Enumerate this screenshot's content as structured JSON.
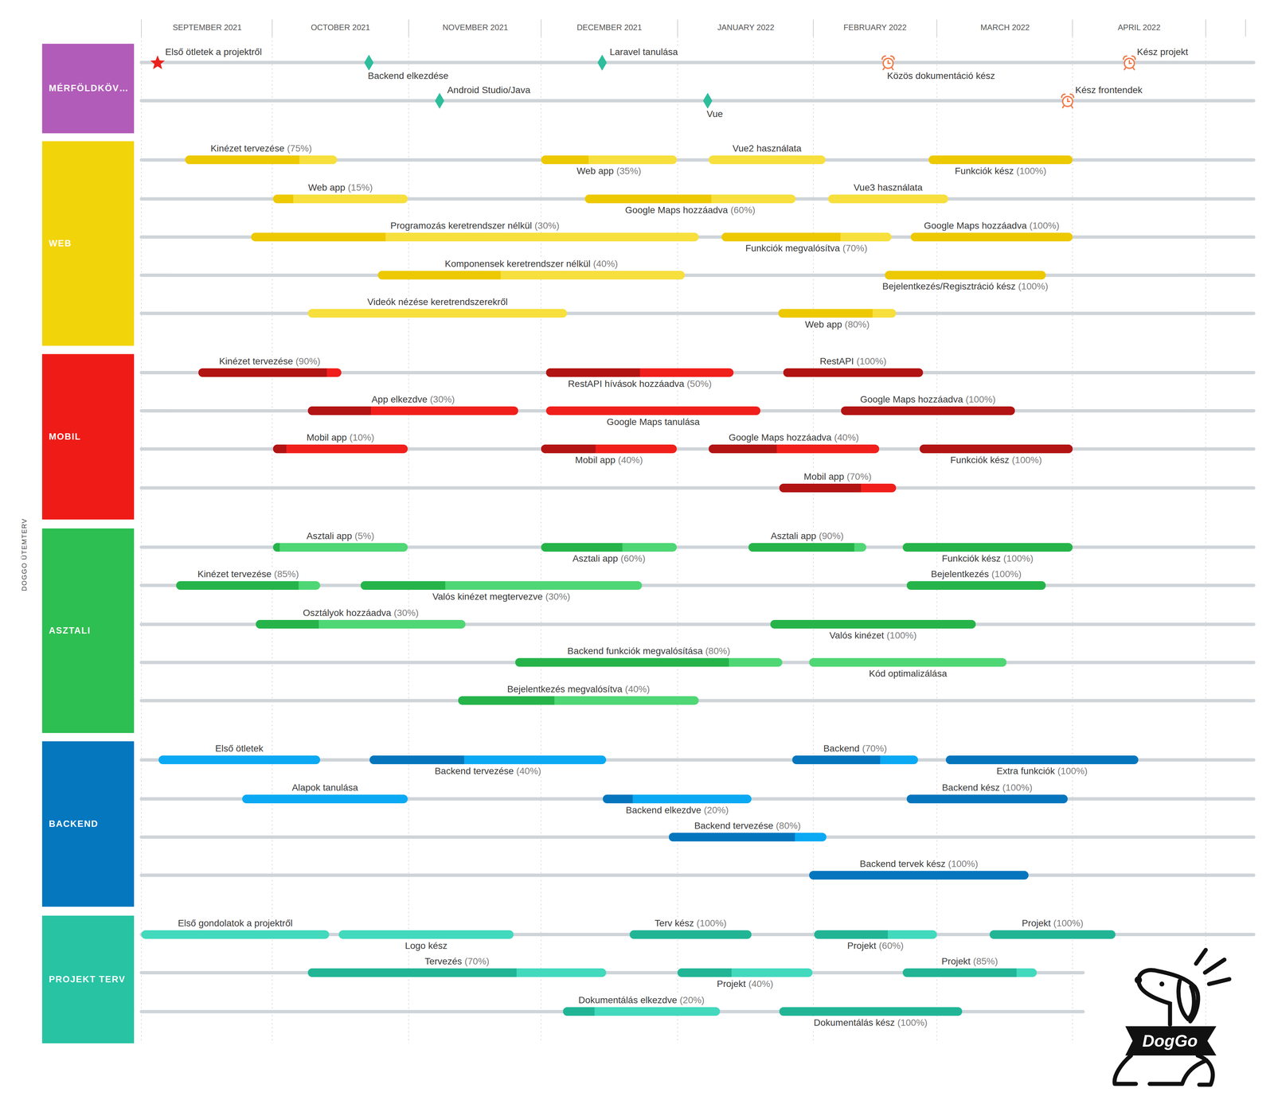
{
  "diagram": {
    "title": "DOGGO ÜTEMTERV",
    "nodes": [
      {
        "text": [
          "MÉRFÖLDKÖV…"
        ]
      },
      {
        "text": [
          "Első ötletek a projektről"
        ]
      },
      {
        "text": [
          "Backend elkezdése"
        ]
      },
      {
        "text": [
          "Laravel tanulása"
        ]
      },
      {
        "text": [
          "Közös dokumentáció kész"
        ]
      },
      {
        "text": [
          "Kész projekt"
        ]
      },
      {
        "text": [
          "Android Studio/Java"
        ]
      },
      {
        "text": [
          "Vue"
        ]
      },
      {
        "text": [
          "Kész frontendek"
        ]
      },
      {
        "text": [
          "WEB"
        ]
      },
      {
        "text": [
          "Kinézet tervezése",
          "(75%)"
        ]
      },
      {
        "text": [
          "Web app",
          "(35%)"
        ]
      },
      {
        "text": [
          "Vue2 használata"
        ]
      },
      {
        "text": [
          "Funkciók kész",
          "(100%)"
        ]
      },
      {
        "text": [
          "Web app",
          "(15%)"
        ]
      },
      {
        "text": [
          "Google Maps hozzáadva",
          "(60%)"
        ]
      },
      {
        "text": [
          "Vue3 használata"
        ]
      },
      {
        "text": [
          "Programozás keretrendszer nélkül",
          "(30%)"
        ]
      },
      {
        "text": [
          "Funkciók megvalósítva",
          "(70%)"
        ]
      },
      {
        "text": [
          "Google Maps hozzáadva",
          "(100%)"
        ]
      },
      {
        "text": [
          "Komponensek keretrendszer nélkül",
          "(40%)"
        ]
      },
      {
        "text": [
          "Bejelentkezés/Regisztráció kész",
          "(100%)"
        ]
      },
      {
        "text": [
          "Videók nézése keretrendszerekről"
        ]
      },
      {
        "text": [
          "Web app",
          "(80%)"
        ]
      },
      {
        "text": [
          "MOBIL"
        ]
      },
      {
        "text": [
          "Kinézet tervezése",
          "(90%)"
        ]
      },
      {
        "text": [
          "RestAPI hívások hozzáadva",
          "(50%)"
        ]
      },
      {
        "text": [
          "RestAPI",
          "(100%)"
        ]
      },
      {
        "text": [
          "App elkezdve",
          "(30%)"
        ]
      },
      {
        "text": [
          "Google Maps tanulása"
        ]
      },
      {
        "text": [
          "Google Maps hozzáadva",
          "(100%)"
        ]
      },
      {
        "text": [
          "Mobil app",
          "(10%)"
        ]
      },
      {
        "text": [
          "Mobil app",
          "(40%)"
        ]
      },
      {
        "text": [
          "Google Maps hozzáadva",
          "(40%)"
        ]
      },
      {
        "text": [
          "Funkciók kész",
          "(100%)"
        ]
      },
      {
        "text": [
          "Mobil app",
          "(70%)"
        ]
      },
      {
        "text": [
          "ASZTALI"
        ]
      },
      {
        "text": [
          "Asztali app",
          "(5%)"
        ]
      },
      {
        "text": [
          "Asztali app",
          "(60%)"
        ]
      },
      {
        "text": [
          "Asztali app",
          "(90%)"
        ]
      },
      {
        "text": [
          "Funkciók kész",
          "(100%)"
        ]
      },
      {
        "text": [
          "Kinézet tervezése",
          "(85%)"
        ]
      },
      {
        "text": [
          "Valós kinézet megtervezve",
          "(30%)"
        ]
      },
      {
        "text": [
          "Bejelentkezés",
          "(100%)"
        ]
      },
      {
        "text": [
          "Osztályok hozzáadva",
          "(30%)"
        ]
      },
      {
        "text": [
          "Valós kinézet",
          "(100%)"
        ]
      },
      {
        "text": [
          "Backend funkciók megvalósítása",
          "(80%)"
        ]
      },
      {
        "text": [
          "Kód optimalizálása"
        ]
      },
      {
        "text": [
          "Bejelentkezés megvalósítva",
          "(40%)"
        ]
      },
      {
        "text": [
          "BACKEND"
        ]
      },
      {
        "text": [
          "Első ötletek"
        ]
      },
      {
        "text": [
          "Backend tervezése",
          "(40%)"
        ]
      },
      {
        "text": [
          "Backend",
          "(70%)"
        ]
      },
      {
        "text": [
          "Extra funkciók",
          "(100%)"
        ]
      },
      {
        "text": [
          "Alapok tanulása"
        ]
      },
      {
        "text": [
          "Backend elkezdve",
          "(20%)"
        ]
      },
      {
        "text": [
          "Backend kész",
          "(100%)"
        ]
      },
      {
        "text": [
          "Backend tervezése",
          "(80%)"
        ]
      },
      {
        "text": [
          "Backend tervek kész",
          "(100%)"
        ]
      },
      {
        "text": [
          "PROJEKT TERV"
        ]
      },
      {
        "text": [
          "Első gondolatok a projektről"
        ]
      },
      {
        "text": [
          "Logo kész"
        ]
      },
      {
        "text": [
          "Terv kész",
          "(100%)"
        ]
      },
      {
        "text": [
          "Projekt",
          "(60%)"
        ]
      },
      {
        "text": [
          "Projekt",
          "(100%)"
        ]
      },
      {
        "text": [
          "Tervezés",
          "(70%)"
        ]
      },
      {
        "text": [
          "Projekt",
          "(40%)"
        ]
      },
      {
        "text": [
          "Projekt",
          "(85%)"
        ]
      },
      {
        "text": [
          "Dokumentálás elkezdve",
          "(20%)"
        ]
      },
      {
        "text": [
          "Dokumentálás kész",
          "(100%)"
        ]
      }
    ],
    "labels": [
      "SEPTEMBER 2021",
      "OCTOBER 2021",
      "NOVEMBER 2021",
      "DECEMBER 2021",
      "JANUARY 2022",
      "FEBRUARY 2022",
      "MARCH 2022",
      "APRIL 2022",
      "DogGo"
    ]
  }
}
